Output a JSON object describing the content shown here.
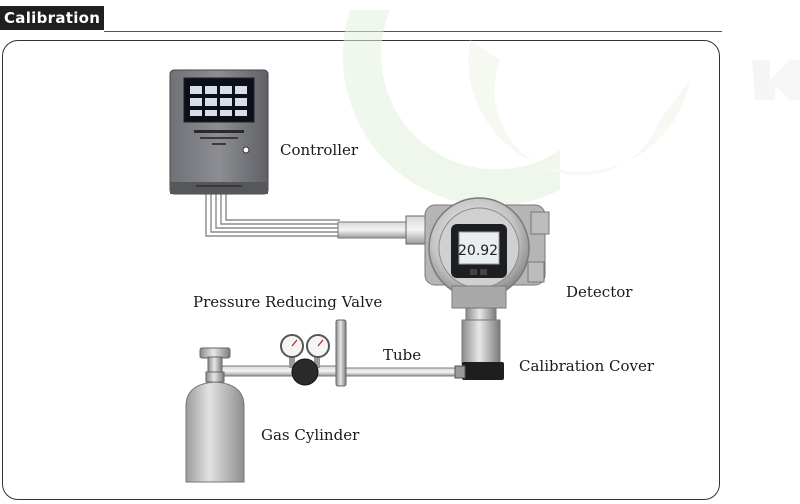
{
  "header": {
    "title": "Calibration"
  },
  "labels": {
    "controller": "Controller",
    "detector": "Detector",
    "pressure_valve": "Pressure Reducing Valve",
    "tube": "Tube",
    "calibration_cover": "Calibration Cover",
    "gas_cylinder": "Gas Cylinder"
  },
  "detector_display": {
    "reading": "20.92"
  },
  "colors": {
    "header_bg": "#1f1f1f",
    "screen_bg": "#0a0f1a",
    "detector_screen": "#e8eef2",
    "watermark": "#e6f2e1"
  }
}
